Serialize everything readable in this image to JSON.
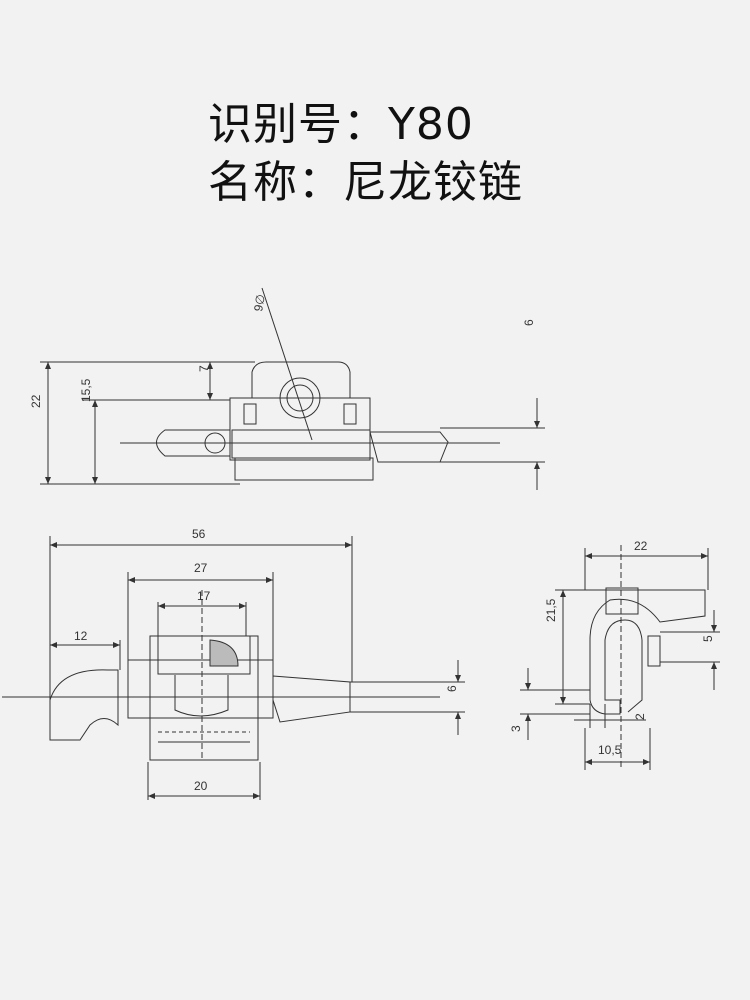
{
  "header": {
    "id_line": "识别号：Y80",
    "name_line": "名称：尼龙铰链"
  },
  "drawing": {
    "top_view": {
      "dims": {
        "d1": "9∅",
        "d2": "7",
        "d3": "22",
        "d4": "15,5",
        "d5": "6"
      }
    },
    "front_view": {
      "dims": {
        "d1": "56",
        "d2": "27",
        "d3": "17",
        "d4": "12",
        "d5": "20",
        "d6": "6"
      }
    },
    "side_view": {
      "dims": {
        "d1": "22",
        "d2": "21,5",
        "d3": "5",
        "d4": "3",
        "d5": "2",
        "d6": "10,5"
      }
    }
  }
}
